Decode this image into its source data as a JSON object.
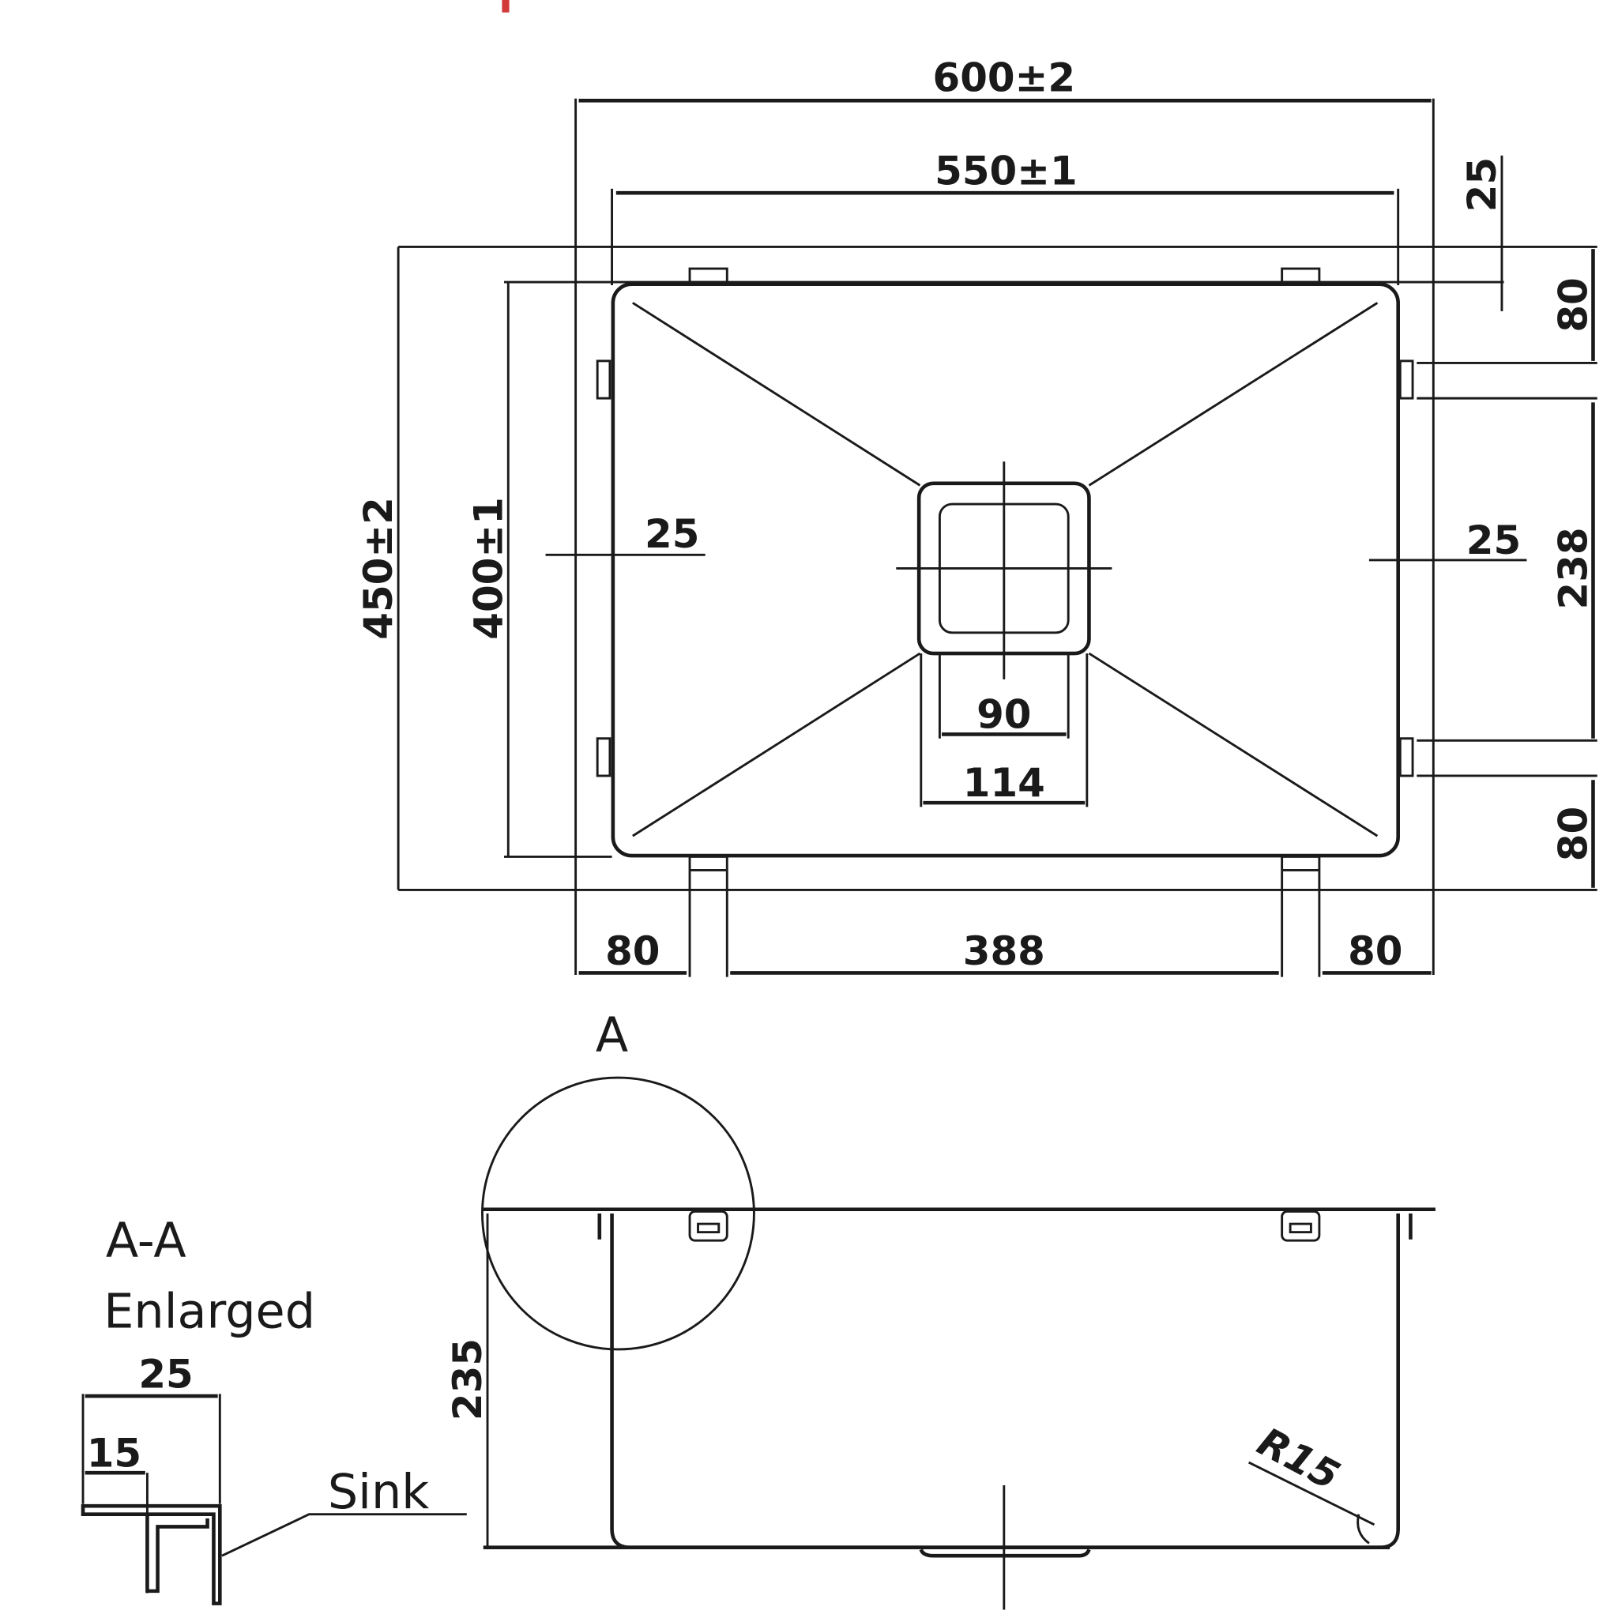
{
  "dimensions": {
    "overall_width": "600±2",
    "bowl_width": "550±1",
    "overall_depth": "450±2",
    "bowl_depth": "400±1",
    "flange_top": "25",
    "clip_offset_top": "80",
    "clip_spacing_side": "238",
    "clip_offset_bottom": "80",
    "side_left": "25",
    "side_right": "25",
    "drain_inner": "90",
    "drain_outer": "114",
    "clip_offset_left": "80",
    "clip_spacing_bottom": "388",
    "clip_offset_right": "80",
    "bowl_height": "235",
    "corner_radius": "R15"
  },
  "section": {
    "detail_marker": "A",
    "title": "A-A",
    "subtitle": "Enlarged",
    "width_25": "25",
    "width_15": "15",
    "sink_label": "Sink"
  },
  "colors": {
    "line": "#1a1a1a",
    "accent_mark": "#d23a3a"
  }
}
